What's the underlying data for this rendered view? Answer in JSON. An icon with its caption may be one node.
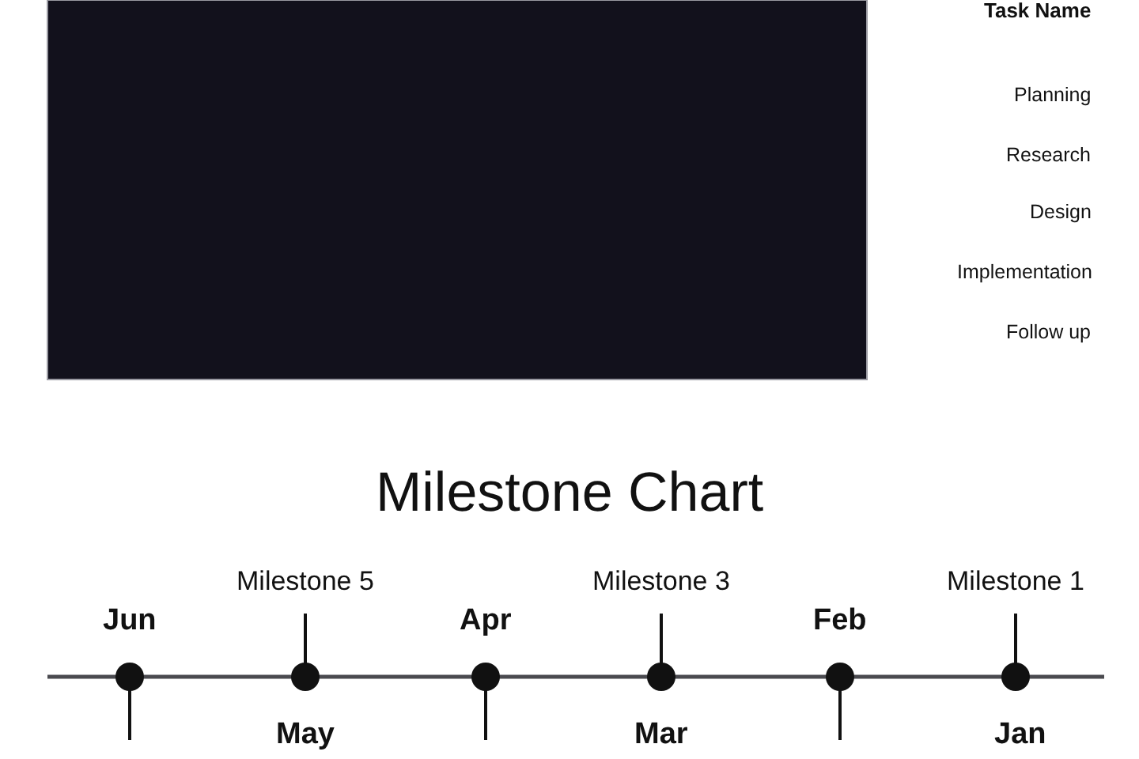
{
  "diagram": {
    "title": "Milestone Chart",
    "labels": [
      "Task Name",
      "Planning",
      "Research",
      "Design",
      "Implementation",
      "Follow up",
      "Milestone 1",
      "Jan",
      "Feb",
      "Mar",
      "Milestone 3",
      "Apr",
      "May",
      "Milestone 5",
      "Jun"
    ]
  }
}
